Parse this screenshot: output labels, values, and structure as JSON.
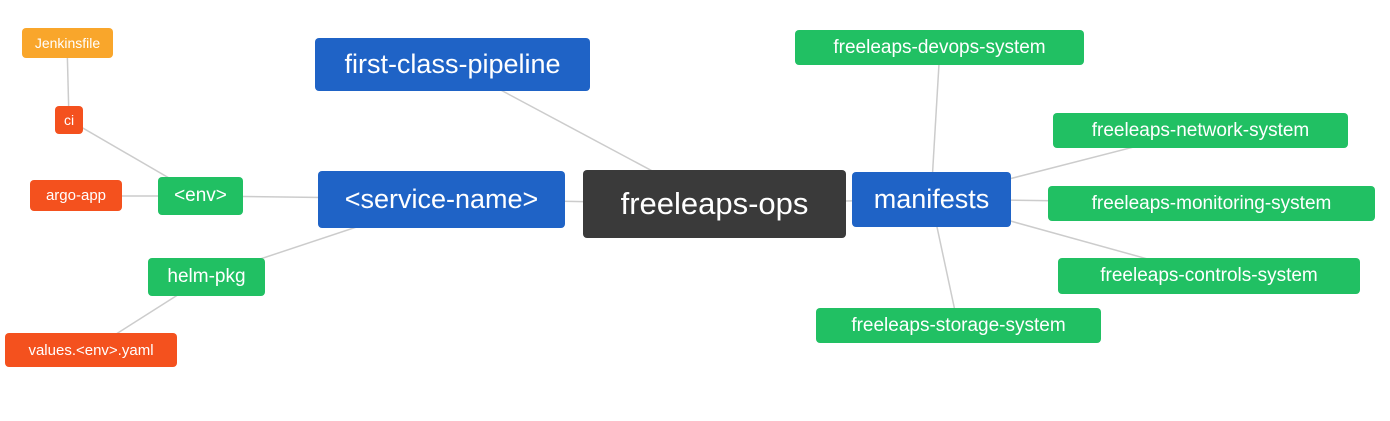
{
  "diagram": {
    "nodes": {
      "freeleaps_ops": {
        "label": "freeleaps-ops"
      },
      "first_class_pipeline": {
        "label": "first-class-pipeline"
      },
      "service_name": {
        "label": "<service-name>"
      },
      "env": {
        "label": "<env>"
      },
      "ci": {
        "label": "ci"
      },
      "jenkinsfile": {
        "label": "Jenkinsfile"
      },
      "argo_app": {
        "label": "argo-app"
      },
      "helm_pkg": {
        "label": "helm-pkg"
      },
      "values_env_yaml": {
        "label": "values.<env>.yaml"
      },
      "manifests": {
        "label": "manifests"
      },
      "devops_system": {
        "label": "freeleaps-devops-system"
      },
      "network_system": {
        "label": "freeleaps-network-system"
      },
      "monitoring_system": {
        "label": "freeleaps-monitoring-system"
      },
      "controls_system": {
        "label": "freeleaps-controls-system"
      },
      "storage_system": {
        "label": "freeleaps-storage-system"
      }
    },
    "edges": [
      {
        "from": "jenkinsfile",
        "to": "ci"
      },
      {
        "from": "ci",
        "to": "env"
      },
      {
        "from": "argo_app",
        "to": "env"
      },
      {
        "from": "env",
        "to": "service_name"
      },
      {
        "from": "helm_pkg",
        "to": "service_name"
      },
      {
        "from": "values_env_yaml",
        "to": "helm_pkg"
      },
      {
        "from": "service_name",
        "to": "freeleaps_ops"
      },
      {
        "from": "first_class_pipeline",
        "to": "freeleaps_ops"
      },
      {
        "from": "manifests",
        "to": "freeleaps_ops"
      },
      {
        "from": "devops_system",
        "to": "manifests"
      },
      {
        "from": "network_system",
        "to": "manifests"
      },
      {
        "from": "monitoring_system",
        "to": "manifests"
      },
      {
        "from": "controls_system",
        "to": "manifests"
      },
      {
        "from": "storage_system",
        "to": "manifests"
      }
    ],
    "colors": {
      "root_node": "#3a3a3a",
      "primary_node": "#1f63c6",
      "secondary_node": "#21c063",
      "accent_red_node": "#f4511e",
      "accent_orange_node": "#f9a62b",
      "edge_line": "#cccccc",
      "node_text": "#ffffff"
    }
  }
}
